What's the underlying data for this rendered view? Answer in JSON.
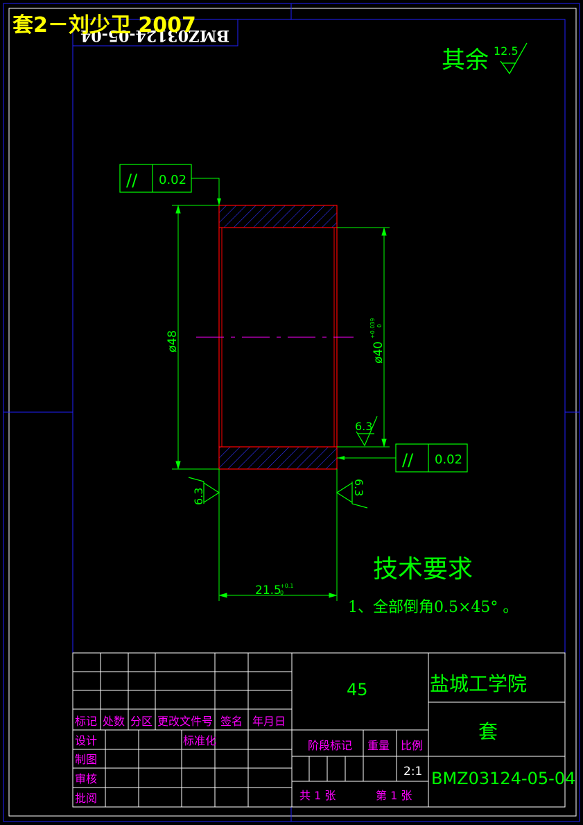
{
  "header": {
    "title": "套2－刘少卫 2007",
    "mirrored_code": "BMZ03124-05-04"
  },
  "roughness_default": {
    "label": "其余",
    "value": "12.5"
  },
  "part": {
    "outer_dia": "ø48",
    "inner_dia": "ø40",
    "inner_tol_upper": "+0.039",
    "inner_tol_lower": "0",
    "length": "21.5",
    "length_tol_upper": "+0.1",
    "length_tol_lower": "0",
    "roughness_bore": "6.3",
    "roughness_left": "6.3",
    "roughness_right": "6.3"
  },
  "tolerances": [
    {
      "symbol": "//",
      "value": "0.02"
    },
    {
      "symbol": "//",
      "value": "0.02"
    }
  ],
  "tech_req": {
    "title": "技术要求",
    "items": [
      "1、全部倒角0.5×45° 。"
    ]
  },
  "title_block": {
    "material": "45",
    "school": "盐城工学院",
    "part_name": "套",
    "drawing_no": "BMZ03124-05-04",
    "scale": "2:1",
    "total_sheets": "共 1 张",
    "sheet_no": "第 1 张",
    "labels": {
      "mark": "标记",
      "count": "处数",
      "zone": "分区",
      "change_doc": "更改文件号",
      "signature": "签名",
      "date": "年月日",
      "design": "设计",
      "standardize": "标准化",
      "drafting": "制图",
      "review": "审核",
      "approve": "批阅",
      "stage_mark": "阶段标记",
      "weight": "重量",
      "scale_label": "比例"
    }
  },
  "colors": {
    "border": "#2020ff",
    "green": "#00ff00",
    "red": "#ff0000",
    "magenta": "#ff00ff",
    "yellow": "#ffff00",
    "hatch": "#3030ff",
    "white": "#ffffff"
  }
}
